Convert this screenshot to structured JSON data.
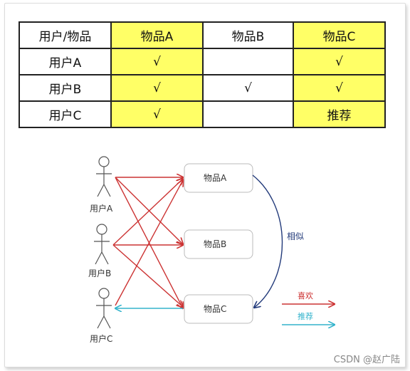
{
  "table": {
    "header": [
      "用户/物品",
      "物品A",
      "物品B",
      "物品C"
    ],
    "rows": [
      [
        "用户A",
        "√",
        "",
        "√"
      ],
      [
        "用户B",
        "√",
        "√",
        "√"
      ],
      [
        "用户C",
        "√",
        "",
        "推荐"
      ]
    ]
  },
  "diagram": {
    "users": [
      "用户A",
      "用户B",
      "用户C"
    ],
    "items": [
      "物品A",
      "物品B",
      "物品C"
    ],
    "similar_label": "相似",
    "legend": {
      "like_label": "喜欢",
      "recommend_label": "推荐"
    },
    "colors": {
      "like": "#cc3333",
      "recommend": "#33b3cc",
      "similar": "#223a7a",
      "table_highlight": "#ffff66"
    },
    "edges": {
      "like": [
        [
          "用户A",
          "物品A"
        ],
        [
          "用户A",
          "物品B"
        ],
        [
          "用户A",
          "物品C"
        ],
        [
          "用户B",
          "物品A"
        ],
        [
          "用户B",
          "物品B"
        ],
        [
          "用户B",
          "物品C"
        ],
        [
          "用户C",
          "物品A"
        ]
      ],
      "recommend": [
        [
          "物品C",
          "用户C"
        ]
      ],
      "similar": [
        [
          "物品A",
          "物品C"
        ]
      ]
    }
  },
  "watermark": "CSDN @赵广陆"
}
